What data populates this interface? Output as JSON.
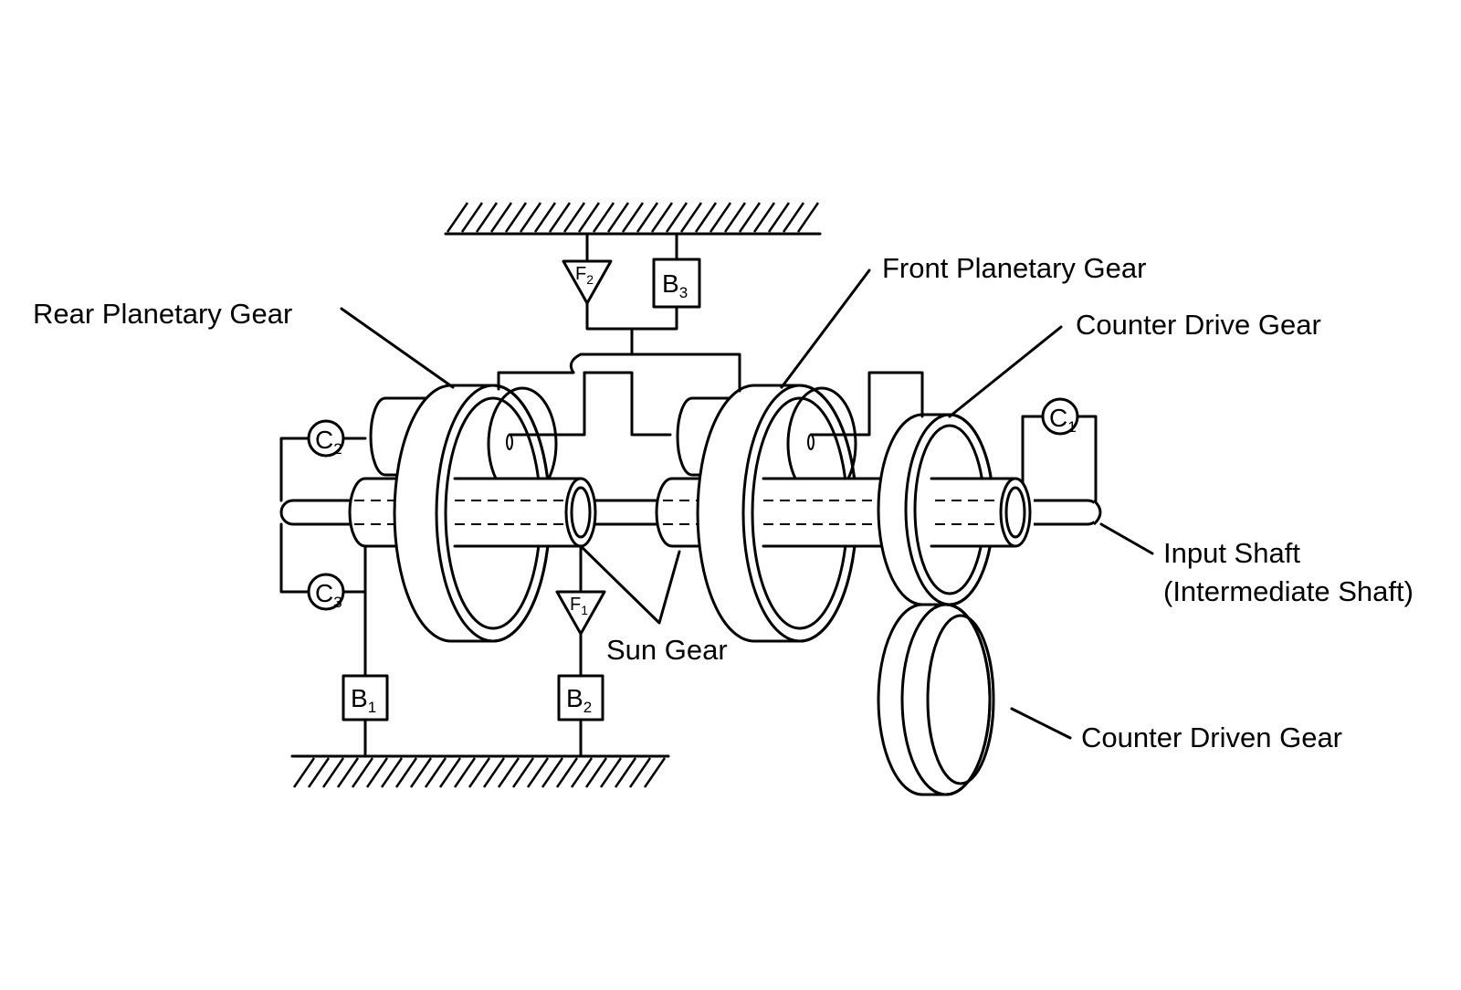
{
  "labels": {
    "rear_planetary_gear": "Rear Planetary Gear",
    "front_planetary_gear": "Front Planetary Gear",
    "counter_drive_gear": "Counter Drive Gear",
    "input_shaft": "Input Shaft",
    "intermediate_shaft": "(Intermediate Shaft)",
    "sun_gear": "Sun Gear",
    "counter_driven_gear": "Counter Driven Gear"
  },
  "components": {
    "C1": {
      "letter": "C",
      "sub": "1"
    },
    "C2": {
      "letter": "C",
      "sub": "2"
    },
    "C3": {
      "letter": "C",
      "sub": "3"
    },
    "B1": {
      "letter": "B",
      "sub": "1"
    },
    "B2": {
      "letter": "B",
      "sub": "2"
    },
    "B3": {
      "letter": "B",
      "sub": "3"
    },
    "F1": {
      "letter": "F",
      "sub": "1"
    },
    "F2": {
      "letter": "F",
      "sub": "2"
    }
  }
}
